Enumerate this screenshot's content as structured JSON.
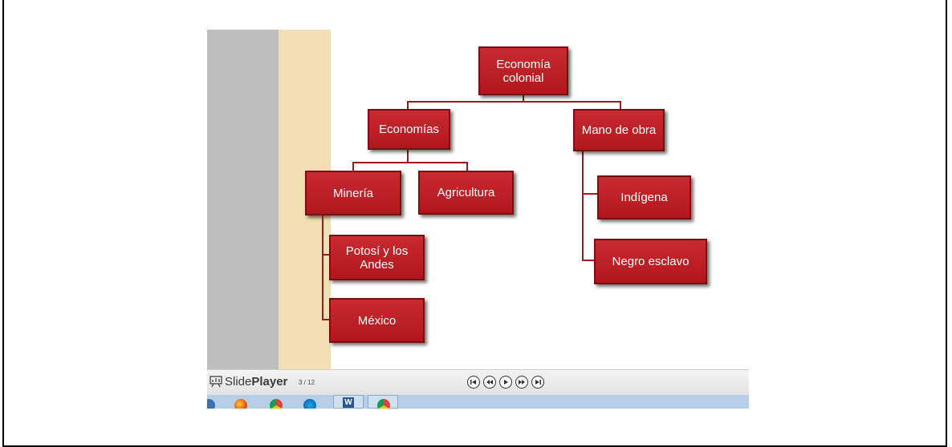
{
  "diagram": {
    "root": "Economía\ncolonial",
    "economias": "Economías",
    "mano_de_obra": "Mano de obra",
    "mineria": "Minería",
    "agricultura": "Agricultura",
    "potosi": "Potosí y los\nAndes",
    "mexico": "México",
    "indigena": "Indígena",
    "negro_esclavo": "Negro esclavo"
  },
  "player": {
    "logo_slide": "Slide",
    "logo_player": "Player",
    "page_count": "3 / 12"
  },
  "colors": {
    "node": "#c0222a",
    "connector": "#9b1b20",
    "gray_panel": "#bebebe",
    "tan_panel": "#f2dfb4",
    "taskbar": "#b7cfe6"
  },
  "icons": [
    "slideplayer-logo-icon",
    "first-slide-icon",
    "previous-slide-icon",
    "play-icon",
    "next-slide-icon",
    "last-slide-icon",
    "firefox-icon",
    "chrome-icon",
    "edge-icon",
    "word-icon"
  ]
}
